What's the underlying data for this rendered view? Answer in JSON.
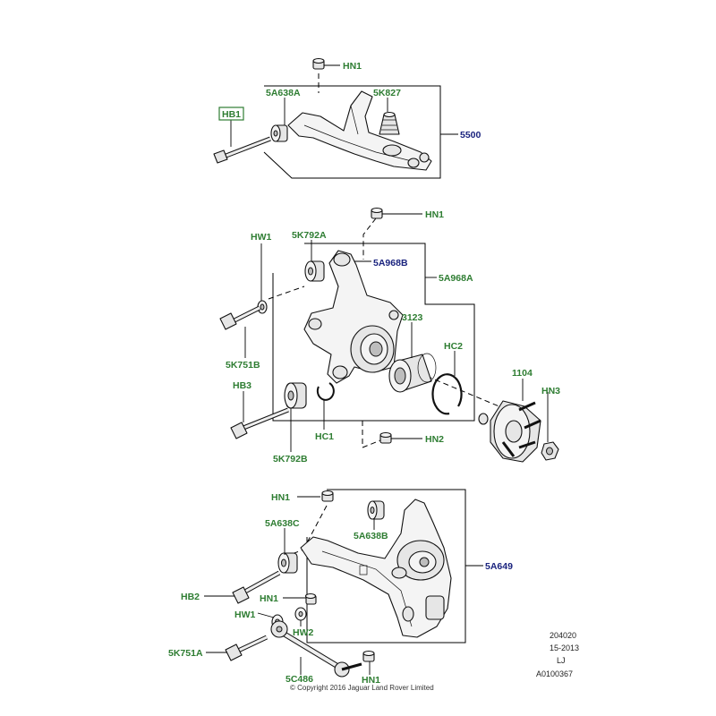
{
  "labels": {
    "HB1": "HB1",
    "HN1_top": "HN1",
    "c5A638A": "5A638A",
    "c5K827": "5K827",
    "c5500": "5500",
    "HN1_mid": "HN1",
    "HW1_mid": "HW1",
    "c5K792A": "5K792A",
    "c5A968B": "5A968B",
    "c5A968A": "5A968A",
    "c3123": "3123",
    "HC2": "HC2",
    "c1104": "1104",
    "HN3": "HN3",
    "c5K751B": "5K751B",
    "HB3": "HB3",
    "HC1": "HC1",
    "HN2": "HN2",
    "c5K792B": "5K792B",
    "HN1_low": "HN1",
    "c5A638C": "5A638C",
    "c5A638B": "5A638B",
    "c5A649": "5A649",
    "HB2": "HB2",
    "HN1_low2": "HN1",
    "HW1_low": "HW1",
    "HW2": "HW2",
    "c5K751A": "5K751A",
    "c5C486": "5C486",
    "HN1_bot": "HN1"
  },
  "info": {
    "line1": "204020",
    "line2": "15-2013",
    "line3": "LJ",
    "line4": "A0100367"
  },
  "copyright": "© Copyright 2016 Jaguar Land Rover Limited",
  "colors": {
    "part_label": "#2e7d32",
    "ref_label": "#1a237e",
    "line": "#000000"
  }
}
